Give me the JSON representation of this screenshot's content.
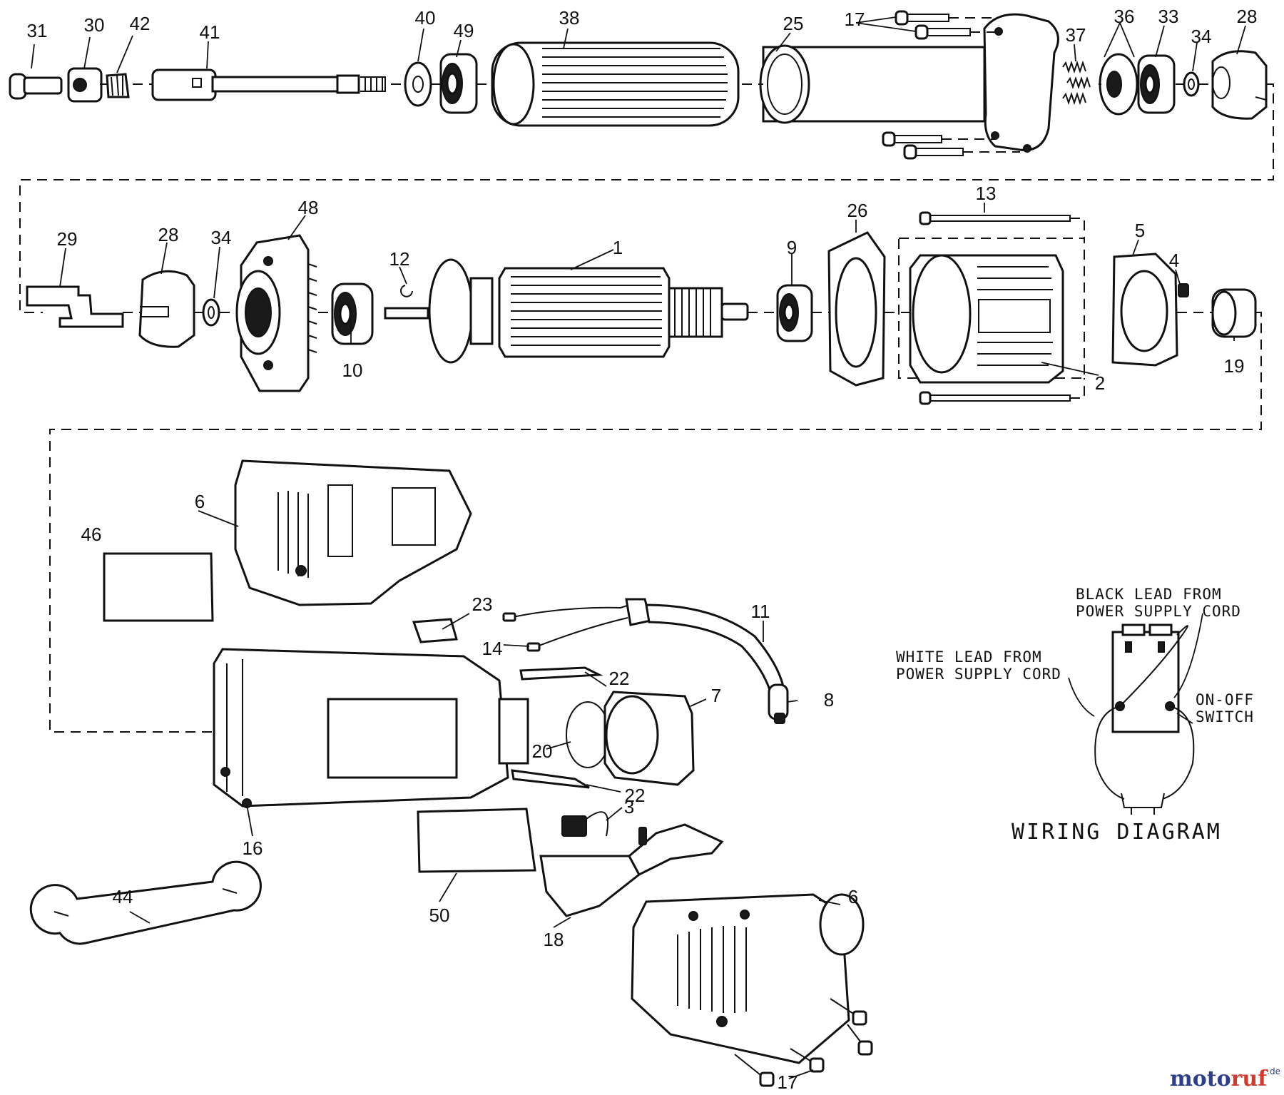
{
  "diagram": {
    "part_labels": {
      "p31": "31",
      "p30": "30",
      "p42": "42",
      "p41": "41",
      "p40": "40",
      "p49": "49",
      "p38": "38",
      "p25": "25",
      "p17a": "17",
      "p37": "37",
      "p36": "36",
      "p33": "33",
      "p34a": "34",
      "p28a": "28",
      "p29": "29",
      "p28b": "28",
      "p34b": "34",
      "p48": "48",
      "p10": "10",
      "p12": "12",
      "p1": "1",
      "p9": "9",
      "p26": "26",
      "p13": "13",
      "p5": "5",
      "p4": "4",
      "p2": "2",
      "p19": "19",
      "p6a": "6",
      "p46": "46",
      "p23": "23",
      "p11": "11",
      "p14": "14",
      "p8": "8",
      "p22a": "22",
      "p7": "7",
      "p20": "20",
      "p22b": "22",
      "p3": "3",
      "p16": "16",
      "p50": "50",
      "p18": "18",
      "p44": "44",
      "p6b": "6",
      "p17b": "17"
    },
    "wiring": {
      "black_lead_line1": "BLACK LEAD FROM",
      "black_lead_line2": "POWER SUPPLY CORD",
      "white_lead_line1": "WHITE LEAD FROM",
      "white_lead_line2": "POWER SUPPLY CORD",
      "switch_line1": "ON-OFF",
      "switch_line2": "SWITCH",
      "title": "WIRING DIAGRAM"
    },
    "watermark": {
      "part1": "moto",
      "part2": "ruf",
      "suffix": ".de"
    }
  }
}
